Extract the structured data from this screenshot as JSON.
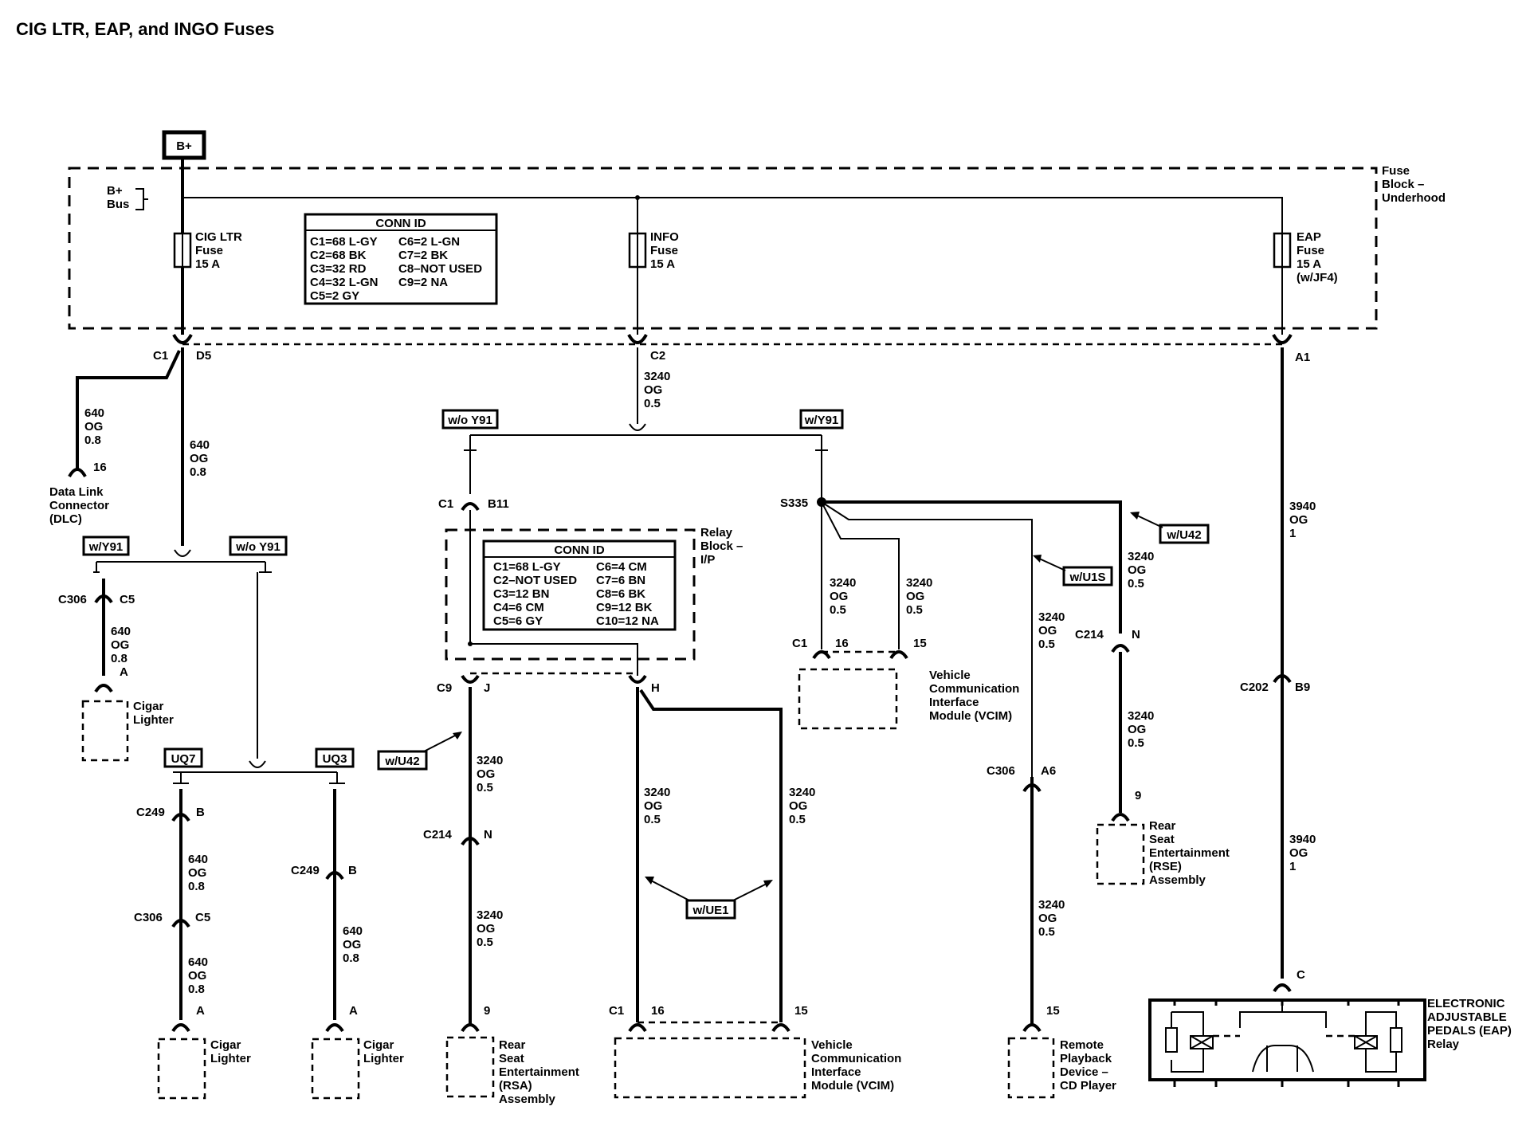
{
  "title": "CIG LTR, EAP, and INGO Fuses",
  "power": {
    "source": "B+",
    "bus_line1": "B+",
    "bus_line2": "Bus"
  },
  "fuse_block": {
    "line1": "Fuse",
    "line2": "Block –",
    "line3": "Underhood"
  },
  "fuses": {
    "cig": {
      "line1": "CIG LTR",
      "line2": "Fuse",
      "line3": "15 A"
    },
    "info": {
      "line1": "INFO",
      "line2": "Fuse",
      "line3": "15 A"
    },
    "eap": {
      "line1": "EAP",
      "line2": "Fuse",
      "line3": "15 A",
      "line4": "(w/JF4)"
    }
  },
  "conn_id_1": {
    "header": "CONN ID",
    "rows": [
      [
        "C1=68 L-GY",
        "C6=2 L-GN"
      ],
      [
        "C2=68 BK",
        "C7=2 BK"
      ],
      [
        "C3=32 RD",
        "C8–NOT USED"
      ],
      [
        "C4=32 L-GN",
        "C9=2 NA"
      ],
      [
        "C5=2 GY",
        ""
      ]
    ]
  },
  "conn_id_2": {
    "header": "CONN ID",
    "rows": [
      [
        "C1=68 L-GY",
        "C6=4 CM"
      ],
      [
        "C2–NOT USED",
        "C7=6 BN"
      ],
      [
        "C3=12 BN",
        "C8=6 BK"
      ],
      [
        "C4=6 CM",
        "C9=12 BK"
      ],
      [
        "C5=6 GY",
        "C10=12 NA"
      ]
    ]
  },
  "relay_block": {
    "line1": "Relay",
    "line2": "Block –",
    "line3": "I/P"
  },
  "connectors": {
    "c1": "C1",
    "d5": "D5",
    "c2": "C2",
    "a1": "A1",
    "pin16": "16",
    "c306": "C306",
    "c5": "C5",
    "pin_a": "A",
    "c249": "C249",
    "pin_b": "B",
    "b11": "B11",
    "c9": "C9",
    "j": "J",
    "h": "H",
    "c214": "C214",
    "n": "N",
    "pin9": "9",
    "pin15": "15",
    "s335": "S335",
    "a6": "A6",
    "c202": "C202",
    "b9": "B9",
    "pin_c": "C"
  },
  "wires": {
    "w640_num": "640",
    "w640_color": "OG",
    "w640_size": "0.8",
    "w3240_num": "3240",
    "w3240_color": "OG",
    "w3240_size": "0.5",
    "w3940_num": "3940",
    "w3940_color": "OG",
    "w3940_size": "1"
  },
  "options": {
    "wo_y91": "w/o Y91",
    "w_y91": "w/Y91",
    "uq7": "UQ7",
    "uq3": "UQ3",
    "w_u42": "w/U42",
    "w_ue1": "w/UE1",
    "w_u1s": "w/U1S"
  },
  "components": {
    "dlc": [
      "Data Link",
      "Connector",
      "(DLC)"
    ],
    "cigar": [
      "Cigar",
      "Lighter"
    ],
    "rse_a": [
      "Rear",
      "Seat",
      "Entertainment",
      "(RSA)",
      "Assembly"
    ],
    "rse_b": [
      "Rear",
      "Seat",
      "Entertainment",
      "(RSE)",
      "Assembly"
    ],
    "vcim": [
      "Vehicle",
      "Communication",
      "Interface",
      "Module (VCIM)"
    ],
    "remote": [
      "Remote",
      "Playback",
      "Device –",
      "CD Player"
    ],
    "eap_relay": [
      "ELECTRONIC",
      "ADJUSTABLE",
      "PEDALS (EAP)",
      "Relay"
    ]
  }
}
